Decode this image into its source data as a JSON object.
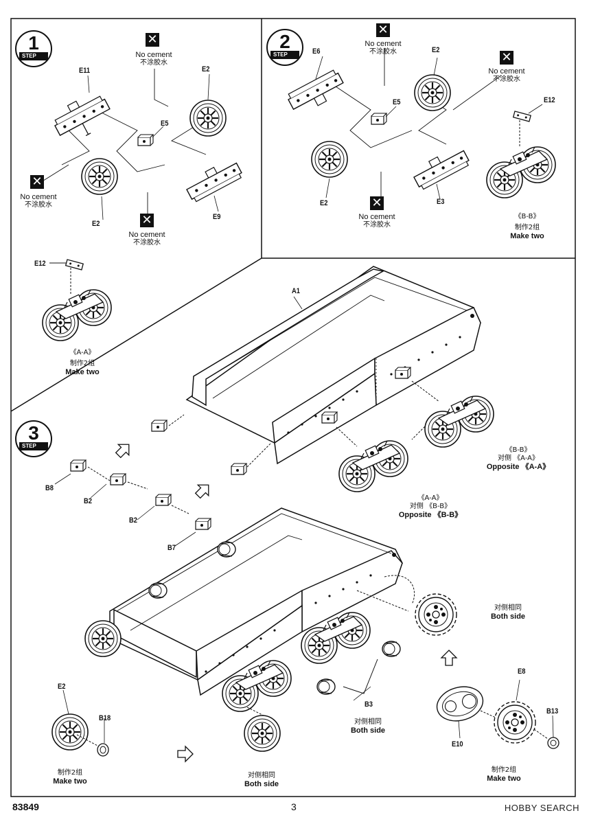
{
  "document": {
    "catalog_number": "83849",
    "page_number": "3",
    "watermark": "HOBBY SEARCH"
  },
  "steps": [
    {
      "number": "1",
      "tag": "STEP"
    },
    {
      "number": "2",
      "tag": "STEP"
    },
    {
      "number": "3",
      "tag": "STEP"
    }
  ],
  "notes": {
    "no_cement_en": "No cement",
    "no_cement_cn": "不涂胶水",
    "make_two_cn": "制作2组",
    "make_two_en": "Make two",
    "both_side_cn": "对侧相同",
    "both_side_en": "Both side",
    "opposite_en": "Opposite",
    "opposite_cn": "对侧",
    "sub_aa": "《A-A》",
    "sub_bb": "《B-B》",
    "opp_aa_cn": "对侧 《A-A》",
    "opp_aa_en": "Opposite 《A-A》",
    "opp_bb_cn": "对侧 《B-B》",
    "opp_bb_en": "Opposite 《B-B》"
  },
  "parts": {
    "E11": "E11",
    "E2": "E2",
    "E5": "E5",
    "E9": "E9",
    "E12": "E12",
    "E6": "E6",
    "E3": "E3",
    "A1": "A1",
    "B8": "B8",
    "B2": "B2",
    "B7": "B7",
    "B3": "B3",
    "B18": "B18",
    "E8": "E8",
    "E10": "E10",
    "B13": "B13"
  }
}
